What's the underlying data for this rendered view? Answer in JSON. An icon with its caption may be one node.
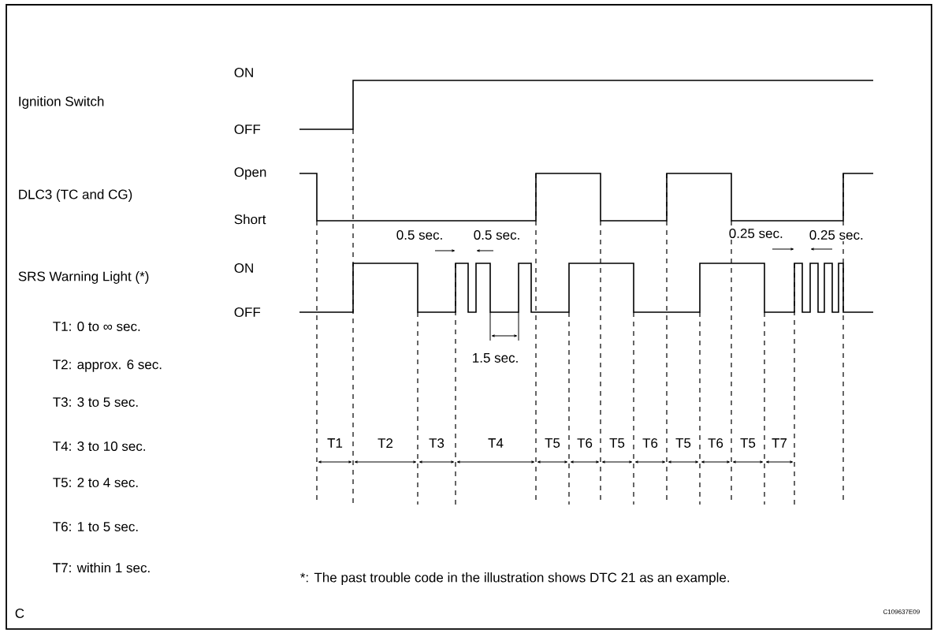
{
  "diagram": {
    "labels": [
      "ON",
      "Ignition Switch",
      "OFF",
      "Open",
      "DLC3 (TC and CG)",
      "Short",
      "0.5 sec.",
      "0.5 sec.",
      "0.25 sec.",
      "0.25 sec.",
      "ON",
      "SRS Warning Light (*)",
      "OFF",
      "T1: 0 to ∞ sec.",
      "T2: approx. 6 sec.",
      "1.5 sec.",
      "T3: 3 to 5 sec.",
      "T4: 3 to 10 sec.",
      "T1",
      "T2",
      "T3",
      "T4",
      "T5",
      "T6",
      "T5",
      "T6",
      "T5",
      "T6",
      "T5",
      "T7",
      "T5: 2 to 4 sec.",
      "T6: 1 to 5 sec.",
      "T7: within 1 sec.",
      "*: The past trouble code in the illustration shows DTC 21 as an example.",
      "C",
      "C109637E09"
    ]
  }
}
